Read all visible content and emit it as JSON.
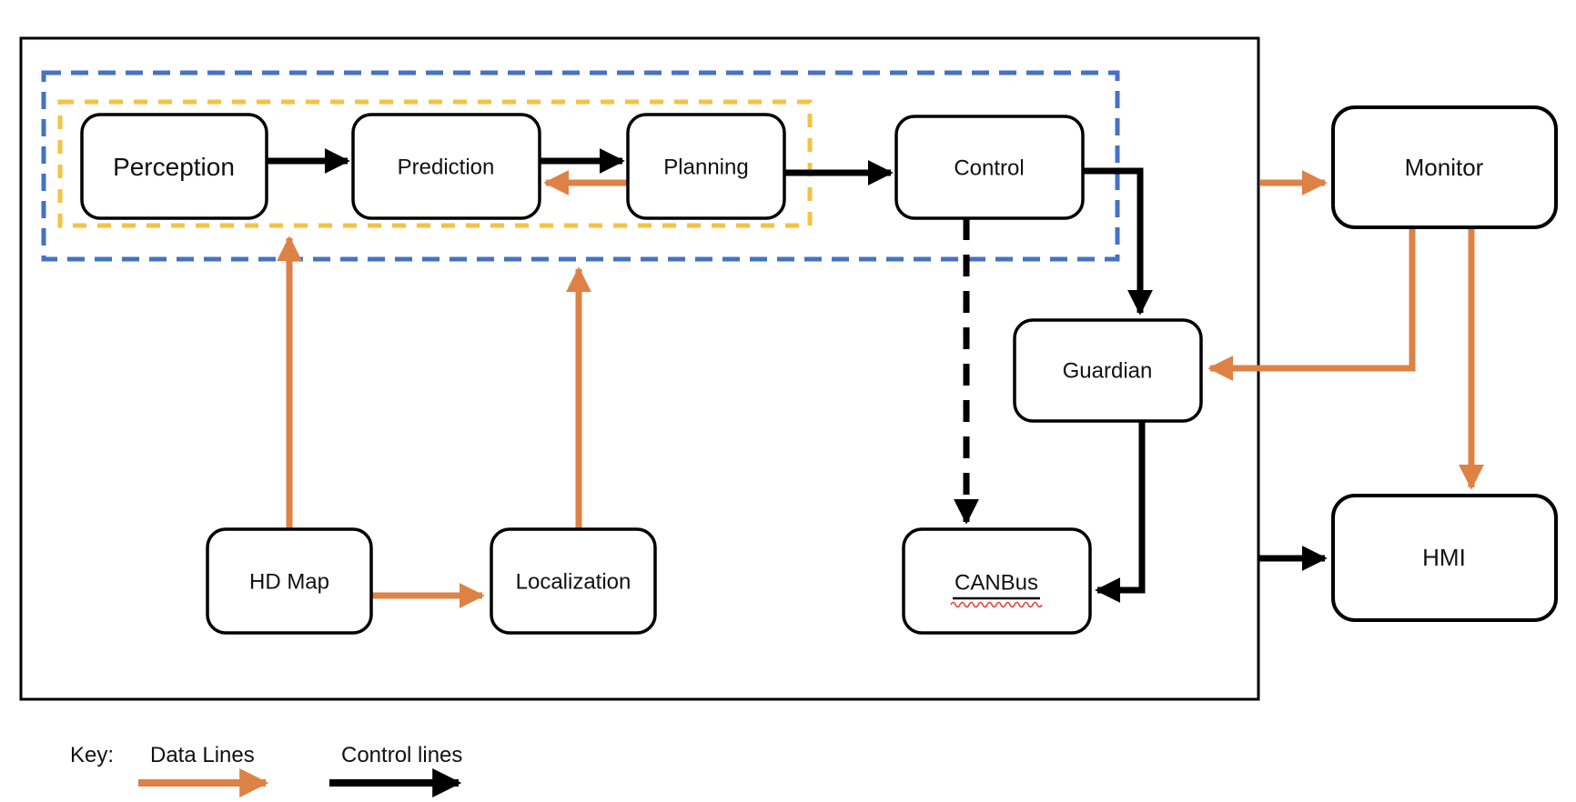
{
  "diagram": {
    "type": "architecture-flow-diagram",
    "nodes": {
      "perception": {
        "label": "Perception"
      },
      "prediction": {
        "label": "Prediction"
      },
      "planning": {
        "label": "Planning"
      },
      "control": {
        "label": "Control"
      },
      "guardian": {
        "label": "Guardian"
      },
      "hd_map": {
        "label": "HD Map"
      },
      "localization": {
        "label": "Localization"
      },
      "canbus": {
        "label": "CANBus",
        "underlined": true,
        "spellcheck_squiggle": true
      },
      "monitor": {
        "label": "Monitor"
      },
      "hmi": {
        "label": "HMI"
      }
    },
    "groups": {
      "outer_frame": {
        "border": "solid"
      },
      "blue_group": {
        "border": "dashed",
        "contains": [
          "perception",
          "prediction",
          "planning",
          "control"
        ]
      },
      "yellow_group": {
        "border": "dashed",
        "contains": [
          "perception",
          "prediction",
          "planning"
        ]
      }
    },
    "edges": [
      {
        "from": "perception",
        "to": "prediction",
        "type": "control",
        "style": "solid"
      },
      {
        "from": "prediction",
        "to": "planning",
        "type": "control",
        "style": "solid"
      },
      {
        "from": "planning",
        "to": "prediction",
        "type": "data",
        "style": "solid"
      },
      {
        "from": "planning",
        "to": "control",
        "type": "control",
        "style": "solid"
      },
      {
        "from": "control",
        "to": "guardian",
        "type": "control",
        "style": "solid"
      },
      {
        "from": "control",
        "to": "canbus",
        "type": "control",
        "style": "dashed"
      },
      {
        "from": "guardian",
        "to": "canbus",
        "type": "control",
        "style": "solid"
      },
      {
        "from": "hd_map",
        "to": "perception",
        "type": "data",
        "style": "solid"
      },
      {
        "from": "hd_map",
        "to": "localization",
        "type": "data",
        "style": "solid"
      },
      {
        "from": "localization",
        "to": "planning",
        "type": "data",
        "style": "solid"
      },
      {
        "from": "outer_frame",
        "to": "monitor",
        "type": "data",
        "style": "solid"
      },
      {
        "from": "monitor",
        "to": "guardian",
        "type": "data",
        "style": "solid"
      },
      {
        "from": "monitor",
        "to": "hmi",
        "type": "data",
        "style": "solid"
      },
      {
        "from": "outer_frame",
        "to": "hmi",
        "type": "control",
        "style": "solid"
      }
    ],
    "legend": {
      "key_label": "Key:",
      "items": [
        {
          "label": "Data Lines",
          "line": "data"
        },
        {
          "label": "Control lines",
          "line": "control"
        }
      ]
    },
    "colors": {
      "data_line": "#DD8244",
      "control_line": "#000000",
      "blue_dashed": "#4472C4",
      "yellow_dashed": "#F5C242",
      "node_border": "#000000",
      "spellcheck_red": "#EF4136",
      "background": "#FFFFFF"
    }
  }
}
